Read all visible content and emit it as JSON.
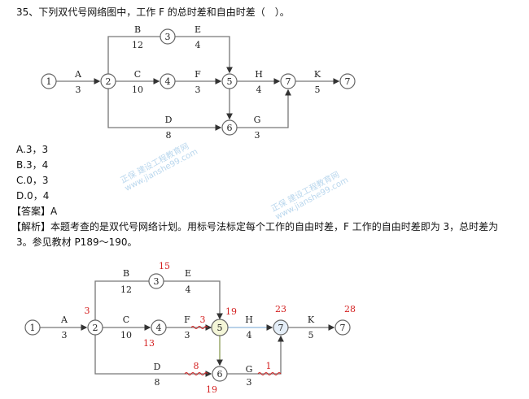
{
  "question": {
    "title": "35、下列双代号网络图中，工作 F 的总时差和自由时差（　）。",
    "options": [
      "A.3，3",
      "B.3，4",
      "C.0，3",
      "D.0，4"
    ]
  },
  "answer": {
    "label": "【答案】A"
  },
  "analysis": {
    "line1": "【解析】本题考查的是双代号网络计划。用标号法标定每个工作的自由时差，F 工作的自由时差即为 3，总时差为",
    "line2": "3。参见教材 P189～190。"
  },
  "diagram": {
    "nodes": [
      "1",
      "2",
      "3",
      "4",
      "5",
      "7",
      "7",
      "6"
    ],
    "activities": {
      "A": {
        "name": "A",
        "dur": "3"
      },
      "B": {
        "name": "B",
        "dur": "12"
      },
      "C": {
        "name": "C",
        "dur": "10"
      },
      "D": {
        "name": "D",
        "dur": "8"
      },
      "E": {
        "name": "E",
        "dur": "4"
      },
      "F": {
        "name": "F",
        "dur": "3"
      },
      "G": {
        "name": "G",
        "dur": "3"
      },
      "H": {
        "name": "H",
        "dur": "4"
      },
      "K": {
        "name": "K",
        "dur": "5"
      }
    }
  },
  "solution_marks": {
    "n2": "3",
    "n3": "15",
    "n4": "13",
    "n5": "19",
    "n6": "19",
    "n7": "23",
    "n8": "28",
    "f_free": "3",
    "d_free": "8",
    "g_free": "1"
  },
  "watermark": {
    "brand": "正保 建设工程教育网",
    "url": "www.jianshe99.com"
  },
  "colors": {
    "red": "#d42020",
    "line": "#777777"
  }
}
